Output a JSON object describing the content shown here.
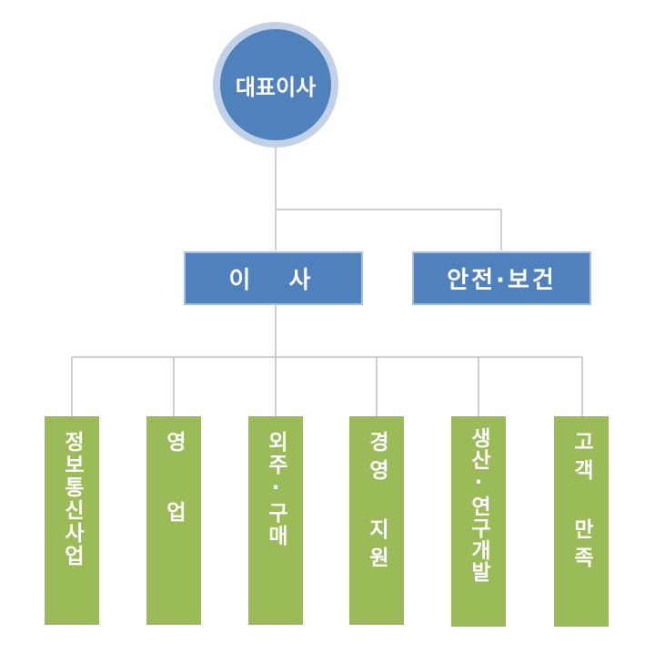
{
  "org": {
    "ceo": "대표이사",
    "departments": [
      {
        "label": "이  사"
      },
      {
        "label": "안전·보건"
      }
    ],
    "teams": [
      {
        "label": "정보통신사업"
      },
      {
        "label": "영 업"
      },
      {
        "label": "외주·구매"
      },
      {
        "label": "경영 지원"
      },
      {
        "label": "생산·연구개발"
      },
      {
        "label": "고객 만족"
      }
    ],
    "colors": {
      "ceo": "#4f81bd",
      "department": "#4f81bd",
      "team": "#9bbb59",
      "connector": "#bfbfbf"
    }
  }
}
